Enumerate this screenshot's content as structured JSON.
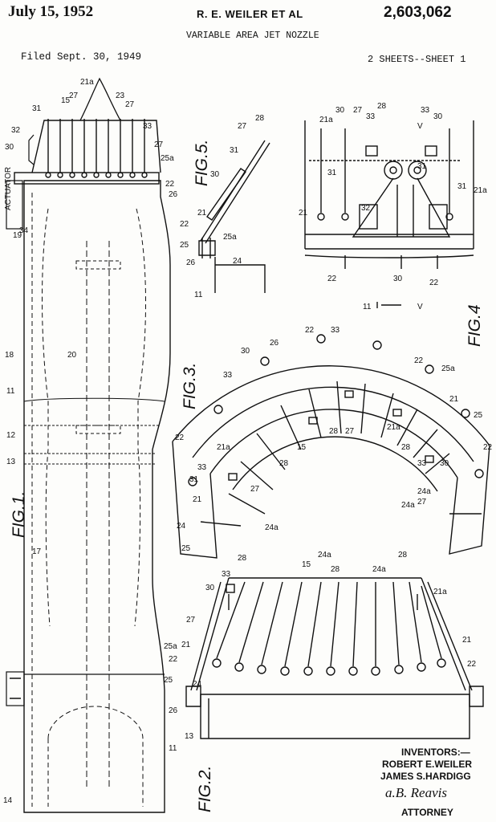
{
  "header": {
    "date": "July 15, 1952",
    "inventors_short": "R. E. WEILER ET AL",
    "patent_number": "2,603,062",
    "title": "VARIABLE AREA JET NOZZLE",
    "filed": "Filed Sept. 30, 1949",
    "sheets": "2 SHEETS--SHEET 1"
  },
  "figures": {
    "fig1": "FIG.1.",
    "fig2": "FIG.2.",
    "fig3": "FIG.3.",
    "fig4": "FIG.4",
    "fig5": "FIG.5."
  },
  "labels": {
    "actuator": "ACTUATOR",
    "n11": "11",
    "n12": "12",
    "n13": "13",
    "n14": "14",
    "n15": "15",
    "n17": "17",
    "n18": "18",
    "n19": "19",
    "n20": "20",
    "n21": "21",
    "n21a": "21a",
    "n22": "22",
    "n23": "23",
    "n24": "24",
    "n24a": "24a",
    "n25": "25",
    "n25a": "25a",
    "n26": "26",
    "n27": "27",
    "n28": "28",
    "n30": "30",
    "n31": "31",
    "n32": "32",
    "n33": "33",
    "n34": "34",
    "nV": "V"
  },
  "signature": {
    "inventors_heading": "INVENTORS:—",
    "inventor1": "ROBERT E.WEILER",
    "inventor2": "JAMES S.HARDIGG",
    "attorney_signature": "a.B. Reavis",
    "attorney_label": "ATTORNEY"
  }
}
